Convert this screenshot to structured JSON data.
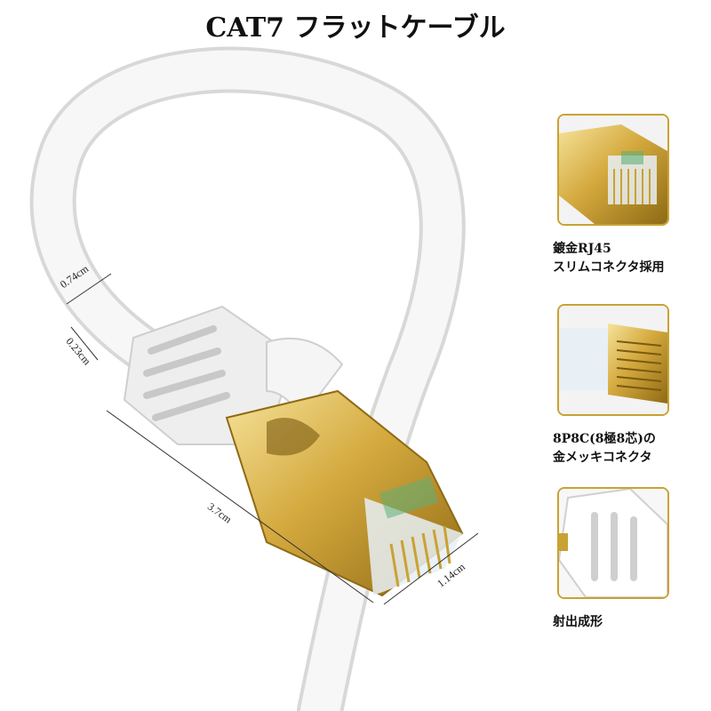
{
  "title": "CAT7 フラットケーブル",
  "dimensions": {
    "width_label": "0.74cm",
    "thickness_label": "0.23cm",
    "length_label": "3.7cm",
    "plug_width_label": "1.14cm"
  },
  "features": [
    {
      "icon": "gold-rj45-connector-closeup",
      "line1": "鍍金RJ45",
      "line2": "スリムコネクタ採用"
    },
    {
      "icon": "8p8c-gold-contacts-closeup",
      "line1": "8P8C(8極8芯)の",
      "line2": "金メッキコネクタ"
    },
    {
      "icon": "molded-boot-closeup",
      "line1": "射出成形",
      "line2": ""
    }
  ],
  "colors": {
    "gold": "#c9a233",
    "cable": "#f4f4f4",
    "frame": "#c9a233"
  }
}
